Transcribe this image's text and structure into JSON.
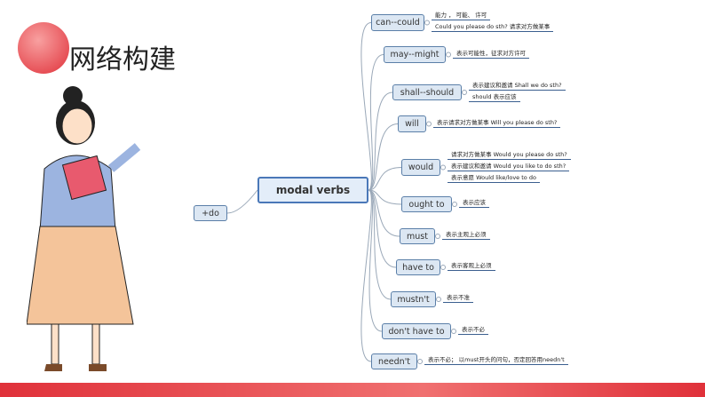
{
  "header": {
    "title": "网络构建"
  },
  "center": {
    "label": "modal verbs"
  },
  "left": {
    "label": "+do"
  },
  "branches": [
    {
      "label": "can--could",
      "leaves": [
        "能力 ， 可能、 许可",
        "Could you please do sth?   请求对方做某事"
      ]
    },
    {
      "label": "may--might",
      "leaves": [
        "表示可能性，征求对方许可"
      ]
    },
    {
      "label": "shall--should",
      "leaves": [
        "表示建议和邀请   Shall we do sth?",
        "should 表示应该"
      ]
    },
    {
      "label": "will",
      "leaves": [
        "表示请求对方做某事  Will you please do sth?"
      ]
    },
    {
      "label": "would",
      "leaves": [
        "请求对方做某事 Would you please do sth?",
        "表示建议和邀请  Would you like to do sth?",
        "表示意愿   Would like/love to do"
      ]
    },
    {
      "label": "ought to",
      "leaves": [
        "表示应该"
      ]
    },
    {
      "label": "must",
      "leaves": [
        "表示主观上必须"
      ]
    },
    {
      "label": "have to",
      "leaves": [
        "表示客观上必须"
      ]
    },
    {
      "label": "mustn't",
      "leaves": [
        "表示不准"
      ]
    },
    {
      "label": "don't have to",
      "leaves": [
        "表示不必"
      ]
    },
    {
      "label": "needn't",
      "leaves": [
        "表示不必； 以must开头的问句，否定回答用needn't"
      ]
    }
  ],
  "colors": {
    "accent": "#e0313a",
    "node_fill": "#dce7f3",
    "node_border": "#5b7fa8"
  }
}
